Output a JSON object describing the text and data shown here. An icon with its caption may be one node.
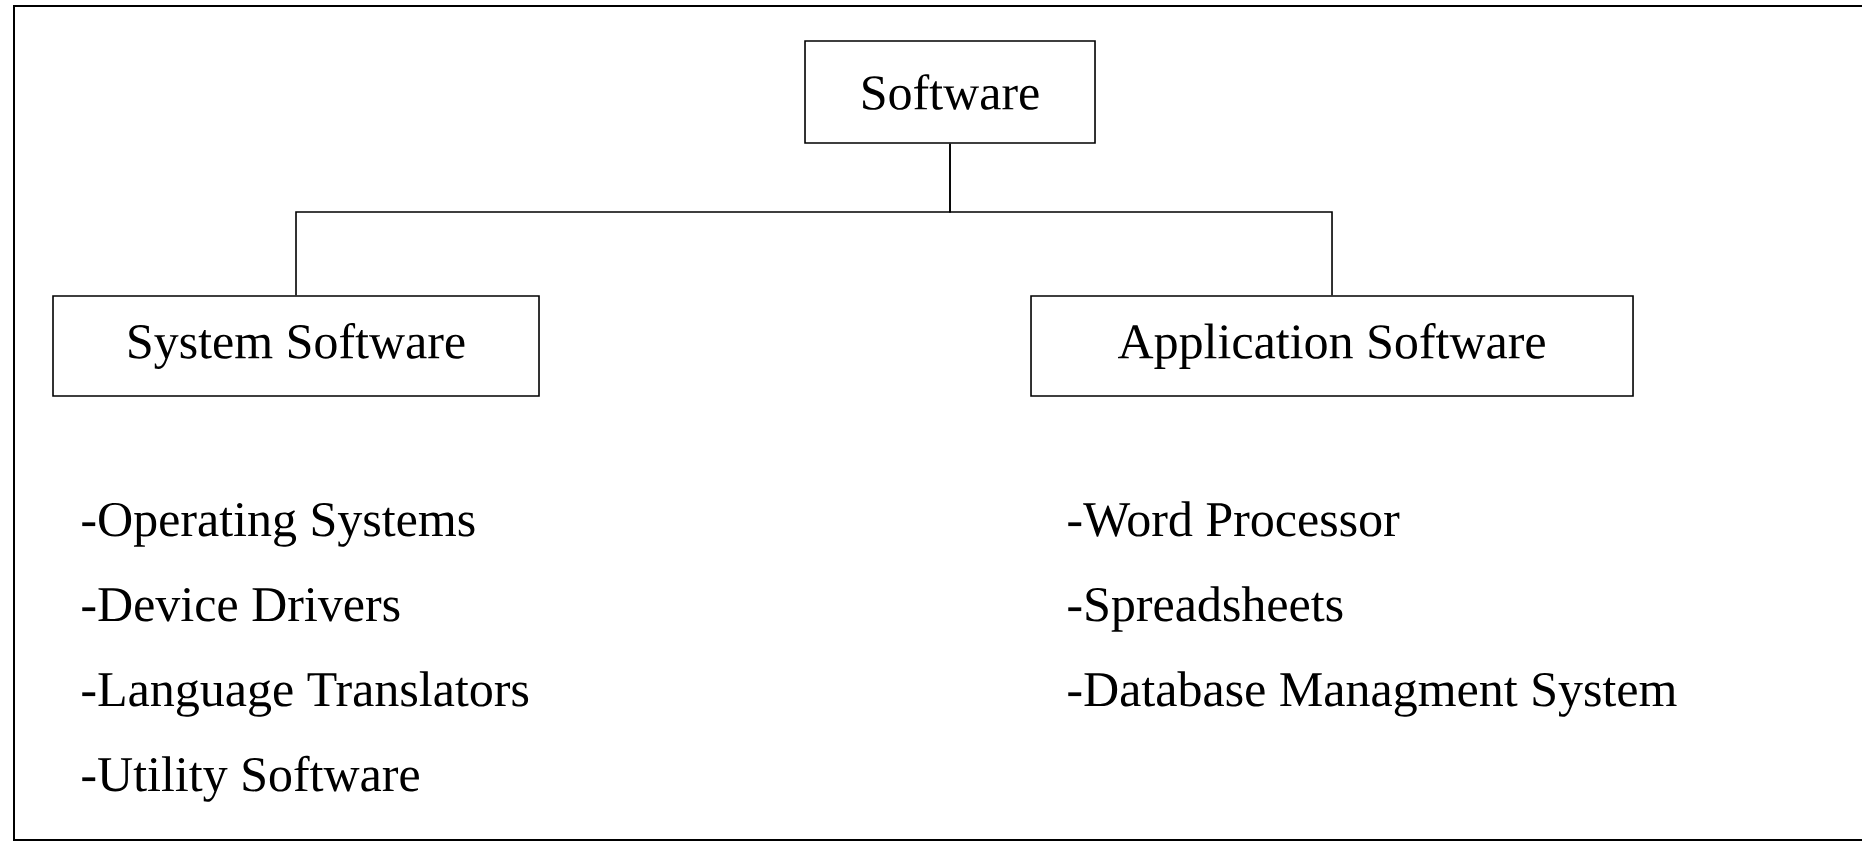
{
  "diagram": {
    "nodes": [
      {
        "text": [
          "Software"
        ]
      },
      {
        "text": [
          "System Software"
        ],
        "beside": [
          "-Operating Systems",
          "-Device Drivers",
          "-Language Translators",
          "-Utility Software"
        ]
      },
      {
        "text": [
          "Application Software"
        ],
        "beside": [
          "-Word  Processor",
          "-Spreadsheets",
          "-Database Managment System"
        ]
      }
    ],
    "edges": [
      {
        "from": 0,
        "to": 1,
        "arrow": "none"
      },
      {
        "from": 0,
        "to": 2,
        "arrow": "none"
      }
    ]
  }
}
